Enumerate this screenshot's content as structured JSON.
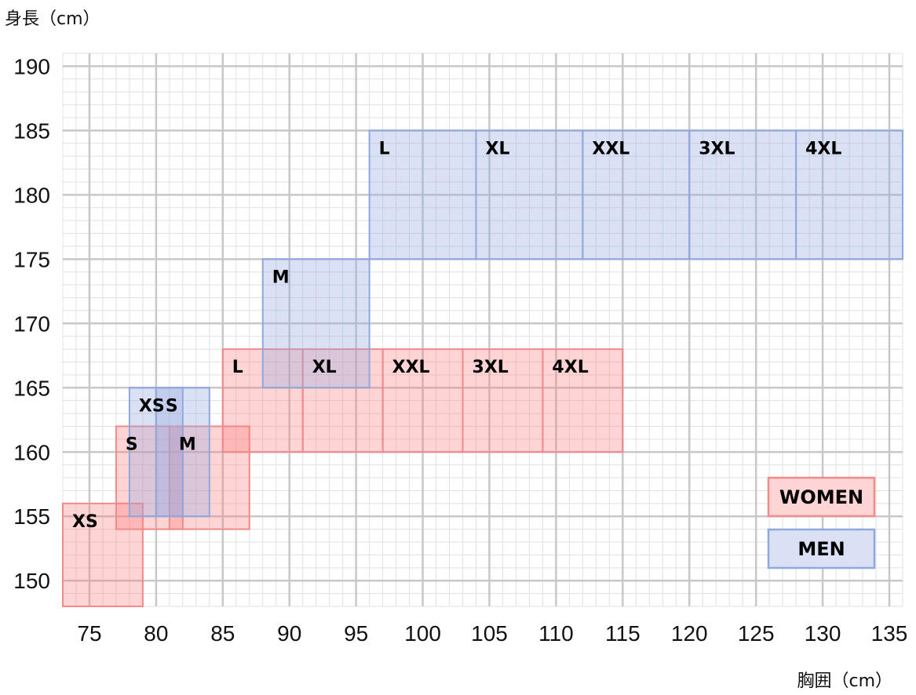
{
  "chart_data": {
    "type": "size-chart",
    "xlabel": "胸囲（cm）",
    "ylabel": "身長（cm）",
    "xlim": [
      73,
      136
    ],
    "ylim": [
      148,
      191
    ],
    "xticks": [
      75,
      80,
      85,
      90,
      95,
      100,
      105,
      110,
      115,
      120,
      125,
      130,
      135
    ],
    "yticks": [
      150,
      155,
      160,
      165,
      170,
      175,
      180,
      185,
      190
    ],
    "grid": true,
    "legend": [
      {
        "name": "WOMEN",
        "color": "#f08080"
      },
      {
        "name": "MEN",
        "color": "#8fa8dd"
      }
    ],
    "series": [
      {
        "name": "WOMEN",
        "color": "#f08080",
        "sizes": [
          {
            "label": "XS",
            "x": [
              73,
              79
            ],
            "y": [
              148,
              156
            ]
          },
          {
            "label": "S",
            "x": [
              77,
              82
            ],
            "y": [
              154,
              162
            ]
          },
          {
            "label": "M",
            "x": [
              81,
              87
            ],
            "y": [
              154,
              162
            ]
          },
          {
            "label": "L",
            "x": [
              85,
              91
            ],
            "y": [
              160,
              168
            ]
          },
          {
            "label": "XL",
            "x": [
              91,
              97
            ],
            "y": [
              160,
              168
            ]
          },
          {
            "label": "XXL",
            "x": [
              97,
              103
            ],
            "y": [
              160,
              168
            ]
          },
          {
            "label": "3XL",
            "x": [
              103,
              109
            ],
            "y": [
              160,
              168
            ]
          },
          {
            "label": "4XL",
            "x": [
              109,
              115
            ],
            "y": [
              160,
              168
            ]
          }
        ]
      },
      {
        "name": "MEN",
        "color": "#8fa8dd",
        "sizes": [
          {
            "label": "XS",
            "x": [
              78,
              82
            ],
            "y": [
              155,
              165
            ]
          },
          {
            "label": "S",
            "x": [
              80,
              84
            ],
            "y": [
              155,
              165
            ]
          },
          {
            "label": "M",
            "x": [
              88,
              96
            ],
            "y": [
              165,
              175
            ]
          },
          {
            "label": "L",
            "x": [
              96,
              104
            ],
            "y": [
              175,
              185
            ]
          },
          {
            "label": "XL",
            "x": [
              104,
              112
            ],
            "y": [
              175,
              185
            ]
          },
          {
            "label": "XXL",
            "x": [
              112,
              120
            ],
            "y": [
              175,
              185
            ]
          },
          {
            "label": "3XL",
            "x": [
              120,
              128
            ],
            "y": [
              175,
              185
            ]
          },
          {
            "label": "4XL",
            "x": [
              128,
              136
            ],
            "y": [
              175,
              185
            ]
          }
        ]
      }
    ]
  }
}
